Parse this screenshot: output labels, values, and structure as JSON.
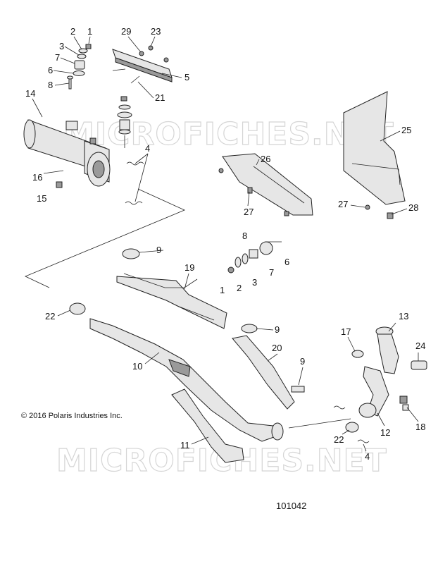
{
  "diagram": {
    "callouts": {
      "c1a": "1",
      "c2a": "2",
      "c3a": "3",
      "c7a": "7",
      "c6a": "6",
      "c8a": "8",
      "c29": "29",
      "c23": "23",
      "c5": "5",
      "c21": "21",
      "c14": "14",
      "c4a": "4",
      "c16": "16",
      "c15": "15",
      "c25": "25",
      "c26": "26",
      "c27a": "27",
      "c27b": "27",
      "c28": "28",
      "c8b": "8",
      "c6b": "6",
      "c7b": "7",
      "c3b": "3",
      "c2b": "2",
      "c1b": "1",
      "c9a": "9",
      "c19": "19",
      "c22a": "22",
      "c9b": "9",
      "c13": "13",
      "c17": "17",
      "c24": "24",
      "c20": "20",
      "c9c": "9",
      "c10": "10",
      "c12": "12",
      "c18": "18",
      "c22b": "22",
      "c4b": "4",
      "c11": "11"
    },
    "copyright": "© 2016 Polaris Industries Inc.",
    "figure_number": "101042",
    "watermark": "MICROFICHES.NET"
  }
}
